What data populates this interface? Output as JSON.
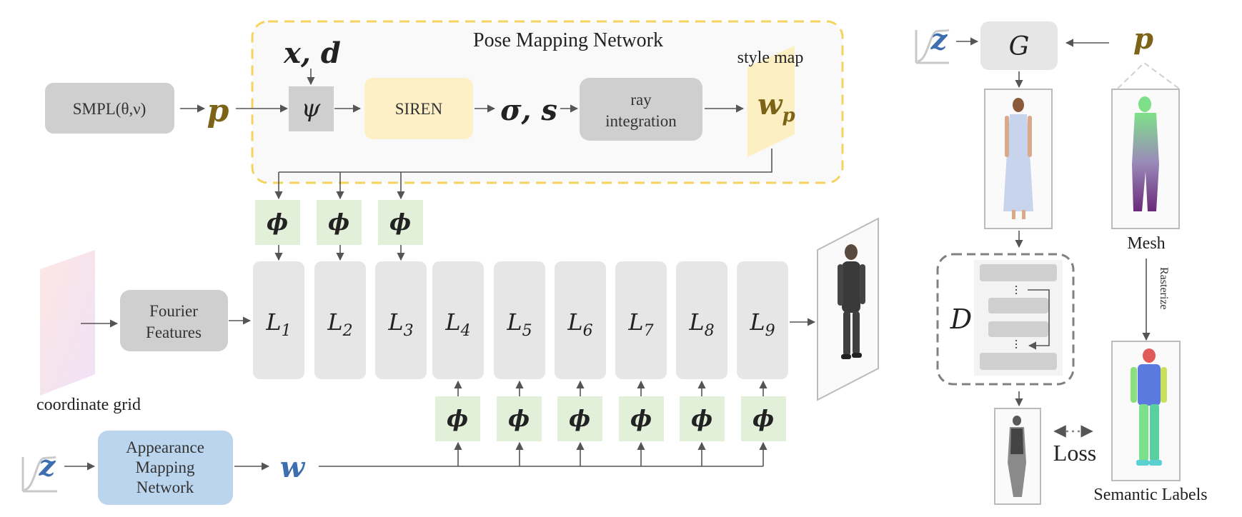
{
  "pose_mapping": {
    "title": "Pose Mapping Network",
    "smpl_label": "SMPL(θ,ν)",
    "pose_symbol": "p",
    "input_symbols": "x, d",
    "psi_symbol": "ψ",
    "siren_label": "SIREN",
    "sigma_s_symbols": "σ, s",
    "ray_integration_line1": "ray",
    "ray_integration_line2": "integration",
    "style_map_label": "style map",
    "wp_symbol": "w",
    "wp_subscript": "p"
  },
  "generator": {
    "coordinate_grid_label": "coordinate grid",
    "fourier_line1": "Fourier",
    "fourier_line2": "Features",
    "phi_symbol": "ϕ",
    "layers": [
      {
        "symbol": "L",
        "index": "1"
      },
      {
        "symbol": "L",
        "index": "2"
      },
      {
        "symbol": "L",
        "index": "3"
      },
      {
        "symbol": "L",
        "index": "4"
      },
      {
        "symbol": "L",
        "index": "5"
      },
      {
        "symbol": "L",
        "index": "6"
      },
      {
        "symbol": "L",
        "index": "7"
      },
      {
        "symbol": "L",
        "index": "8"
      },
      {
        "symbol": "L",
        "index": "9"
      }
    ],
    "z_symbol": "z",
    "appearance_line1": "Appearance",
    "appearance_line2": "Mapping",
    "appearance_line3": "Network",
    "w_symbol": "w"
  },
  "training": {
    "z_symbol": "z",
    "g_symbol": "G",
    "p_symbol": "p",
    "mesh_label": "Mesh",
    "rasterize_label": "Rasterize",
    "d_symbol": "D",
    "loss_label": "Loss",
    "semantic_labels_label": "Semantic Labels"
  },
  "colors": {
    "pose_dark_gold": "#7d6318",
    "latent_blue": "#3d6eb0",
    "gray_box": "#cfcfcf",
    "layer_box": "#e6e6e6",
    "phi_green": "#e2efd9",
    "siren_yellow": "#fdf0c6",
    "appearance_blue": "#bcd5ee",
    "dashed_yellow": "#f4d35e",
    "style_map_yellow": "#fcefc2"
  }
}
